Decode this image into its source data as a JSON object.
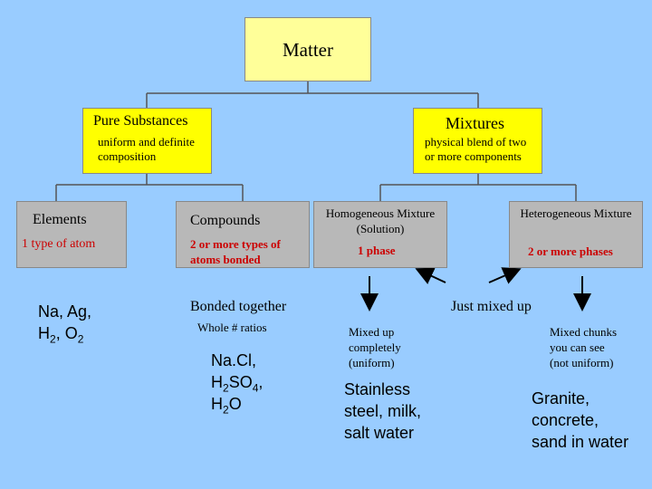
{
  "root": {
    "title": "Matter"
  },
  "pure": {
    "title": "Pure Substances",
    "desc_line1": "uniform and definite",
    "desc_line2": "composition"
  },
  "mixtures": {
    "title": "Mixtures",
    "desc_line1": "physical blend of two",
    "desc_line2": "or more components"
  },
  "elements": {
    "title": "Elements",
    "desc": "1 type of atom",
    "ex_line1": "Na, Ag,",
    "ex_h": "H",
    "ex_h_sub": "2",
    "ex_sep": ", O",
    "ex_o_sub": "2"
  },
  "compounds": {
    "title": "Compounds",
    "desc_line1": "2 or more types of",
    "desc_line2": "atoms bonded",
    "note": "Bonded together",
    "note2": "Whole # ratios",
    "ex_line1": "Na.Cl,",
    "ex2_a": "H",
    "ex2_sub1": "2",
    "ex2_b": "SO",
    "ex2_sub2": "4",
    "ex2_c": ",",
    "ex3_a": "H",
    "ex3_sub": "2",
    "ex3_b": "O"
  },
  "homogeneous": {
    "title_line1": "Homogeneous Mixture",
    "title_line2": "(Solution)",
    "desc": "1 phase",
    "note_line1": "Mixed up",
    "note_line2": "completely",
    "note_line3": "(uniform)",
    "ex_line1": "Stainless",
    "ex_line2": "steel, milk,",
    "ex_line3": "salt water"
  },
  "heterogeneous": {
    "title": "Heterogeneous Mixture",
    "desc": "2 or more phases",
    "note_line1": "Mixed chunks",
    "note_line2": "you can see",
    "note_line3": "(not uniform)",
    "ex_line1": "Granite,",
    "ex_line2": "concrete,",
    "ex_line3": "sand in water"
  },
  "just_mixed": "Just mixed up",
  "colors": {
    "background": "#99ccff",
    "yellow": "#ffff00",
    "pale_yellow": "#ffff99",
    "gray": "#b8b8b8",
    "red": "#cc0000"
  }
}
